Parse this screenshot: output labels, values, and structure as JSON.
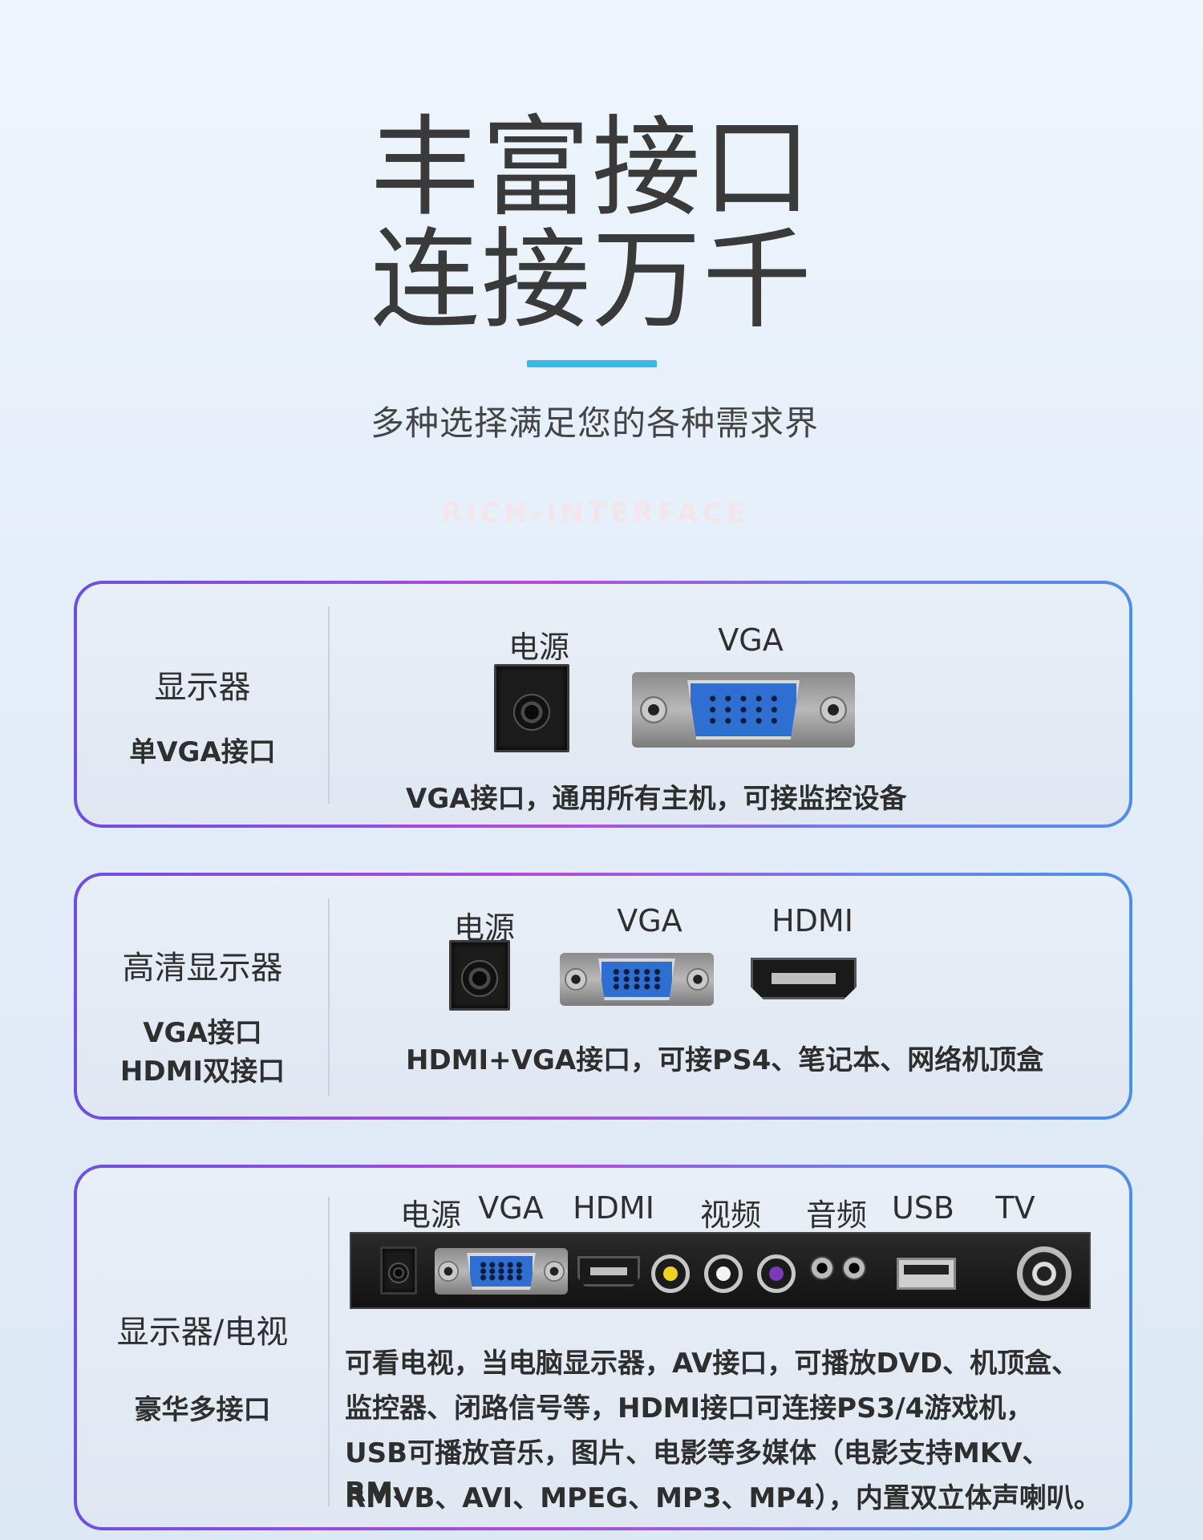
{
  "hero": {
    "title_line1": "丰富接口",
    "title_line2": "连接万千",
    "subtitle": "多种选择满足您的各种需求界",
    "watermark": "RICH-INTERFACE",
    "accent_color": "#3ab8ea"
  },
  "cards": [
    {
      "left_line1": "显示器",
      "left_line2": "单VGA接口",
      "ports": [
        "电源",
        "VGA"
      ],
      "description": "VGA接口，通用所有主机，可接监控设备"
    },
    {
      "left_line1": "高清显示器",
      "left_line2": "VGA接口",
      "left_line3": "HDMI双接口",
      "ports": [
        "电源",
        "VGA",
        "HDMI"
      ],
      "description": "HDMI+VGA接口，可接PS4、笔记本、网络机顶盒"
    },
    {
      "left_line1": "显示器/电视",
      "left_line2": "豪华多接口",
      "ports": [
        "电源",
        "VGA",
        "HDMI",
        "视频",
        "音频",
        "USB",
        "TV"
      ],
      "description_lines": [
        "可看电视，当电脑显示器，AV接口，可播放DVD、机顶盒、",
        "监控器、闭路信号等，HDMI接口可连接PS3/4游戏机，",
        "USB可播放音乐，图片、电影等多媒体（电影支持MKV、RM、",
        "RMVB、AVI、MPEG、MP3、MP4），内置双立体声喇叭。"
      ]
    }
  ],
  "icons": [
    "power-jack-icon",
    "vga-port-icon",
    "hdmi-port-icon",
    "rca-video-icon",
    "rca-audio-icon",
    "audio-jack-icon",
    "usb-port-icon",
    "tv-antenna-port-icon"
  ],
  "colors": {
    "card_border_start": "#6d4ee0",
    "card_border_mid": "#b34bd8",
    "card_border_end": "#4e8ee8"
  }
}
